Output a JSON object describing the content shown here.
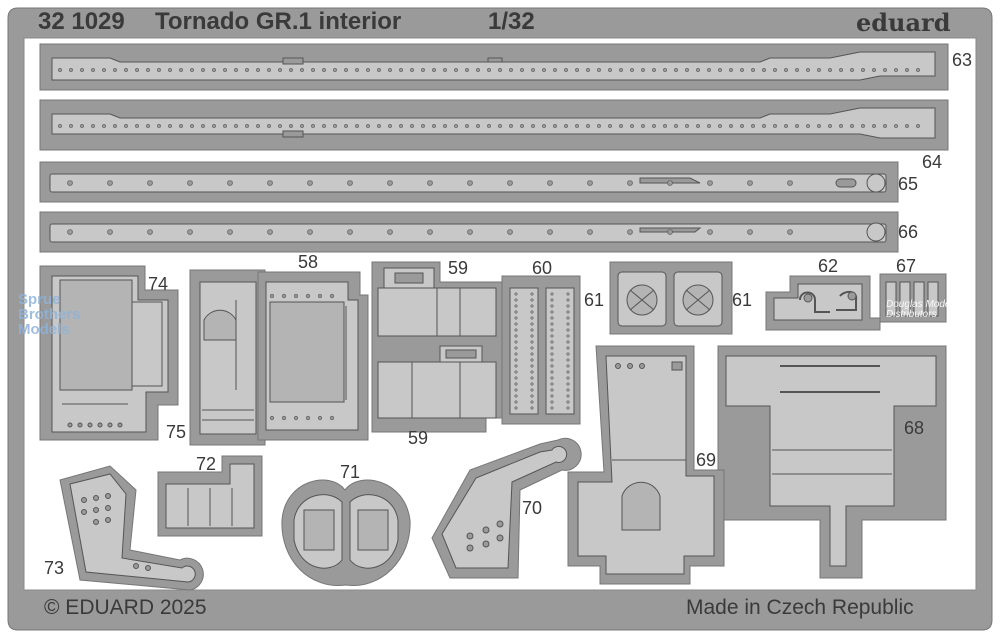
{
  "header": {
    "catalog_number": "32 1029",
    "product_name": "Tornado GR.1 interior",
    "scale": "1/32",
    "brand": "eduard"
  },
  "parts": {
    "p58": "58",
    "p59a": "59",
    "p59b": "59",
    "p60": "60",
    "p61a": "61",
    "p61b": "61",
    "p62": "62",
    "p63": "63",
    "p64": "64",
    "p65": "65",
    "p66": "66",
    "p67": "67",
    "p68": "68",
    "p69": "69",
    "p70": "70",
    "p71": "71",
    "p72": "72",
    "p73": "73",
    "p74": "74",
    "p75": "75"
  },
  "watermarks": {
    "left": "Sprue Brothers Models",
    "right": "Douglas Models Distributors"
  },
  "footer": {
    "copyright": "© EDUARD 2025",
    "origin": "Made in Czech Republic"
  },
  "colors": {
    "fret": "#9a9a9a",
    "fret_edge": "#7a7a7a",
    "part": "#c8c8c8",
    "part_dark": "#b4b4b4",
    "background": "#ffffff",
    "text": "#3a3a3a"
  }
}
